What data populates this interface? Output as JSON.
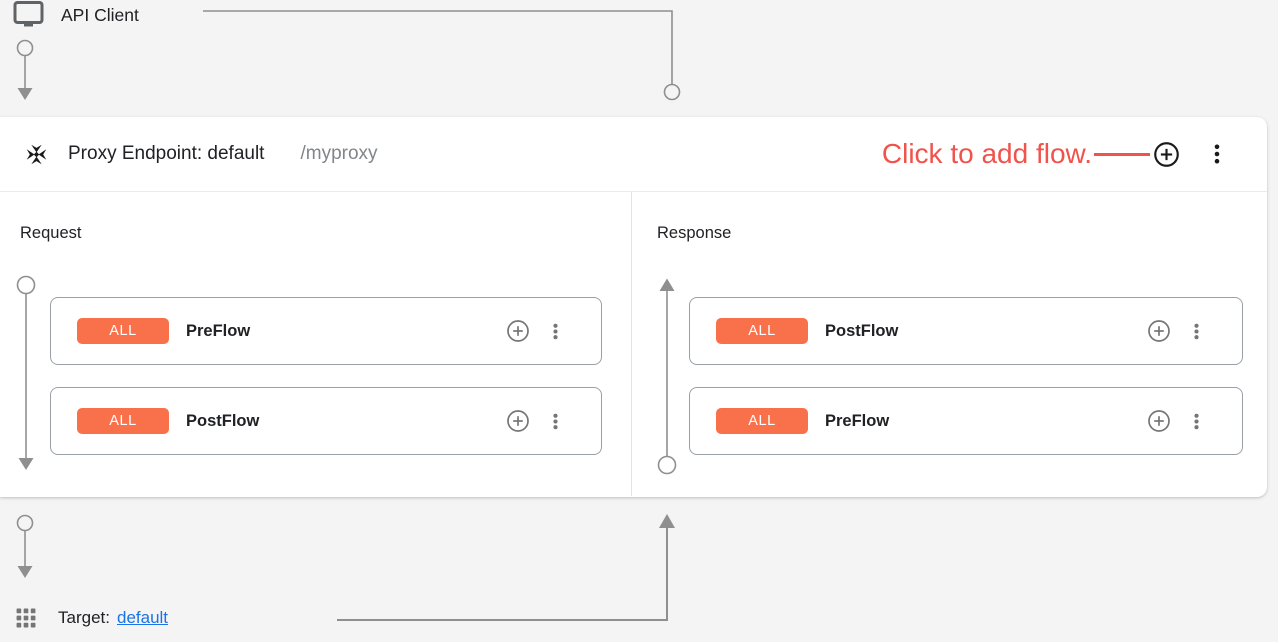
{
  "colors": {
    "accent_orange": "#F9714B",
    "annotation_red": "#F0534B",
    "link_blue": "#1A73E8",
    "connector_gray": "#8F8F8F",
    "icon_gray": "#757575",
    "text_dark": "#202124",
    "text_gray": "#80868B"
  },
  "icons": {
    "api_client": "monitor-icon",
    "proxy_endpoint": "move-arrows-icon",
    "add": "plus-circle-icon",
    "menu": "kebab-menu-icon",
    "target": "apps-grid-icon"
  },
  "api_client": {
    "label": "API Client"
  },
  "proxy_endpoint": {
    "title": "Proxy Endpoint: default",
    "base_path": "/myproxy",
    "annotation": "Click to add flow.",
    "columns": [
      {
        "label": "Request",
        "flows": [
          {
            "condition": "ALL",
            "name": "PreFlow"
          },
          {
            "condition": "ALL",
            "name": "PostFlow"
          }
        ]
      },
      {
        "label": "Response",
        "flows": [
          {
            "condition": "ALL",
            "name": "PostFlow"
          },
          {
            "condition": "ALL",
            "name": "PreFlow"
          }
        ]
      }
    ]
  },
  "target": {
    "label": "Target:",
    "link_text": "default"
  }
}
